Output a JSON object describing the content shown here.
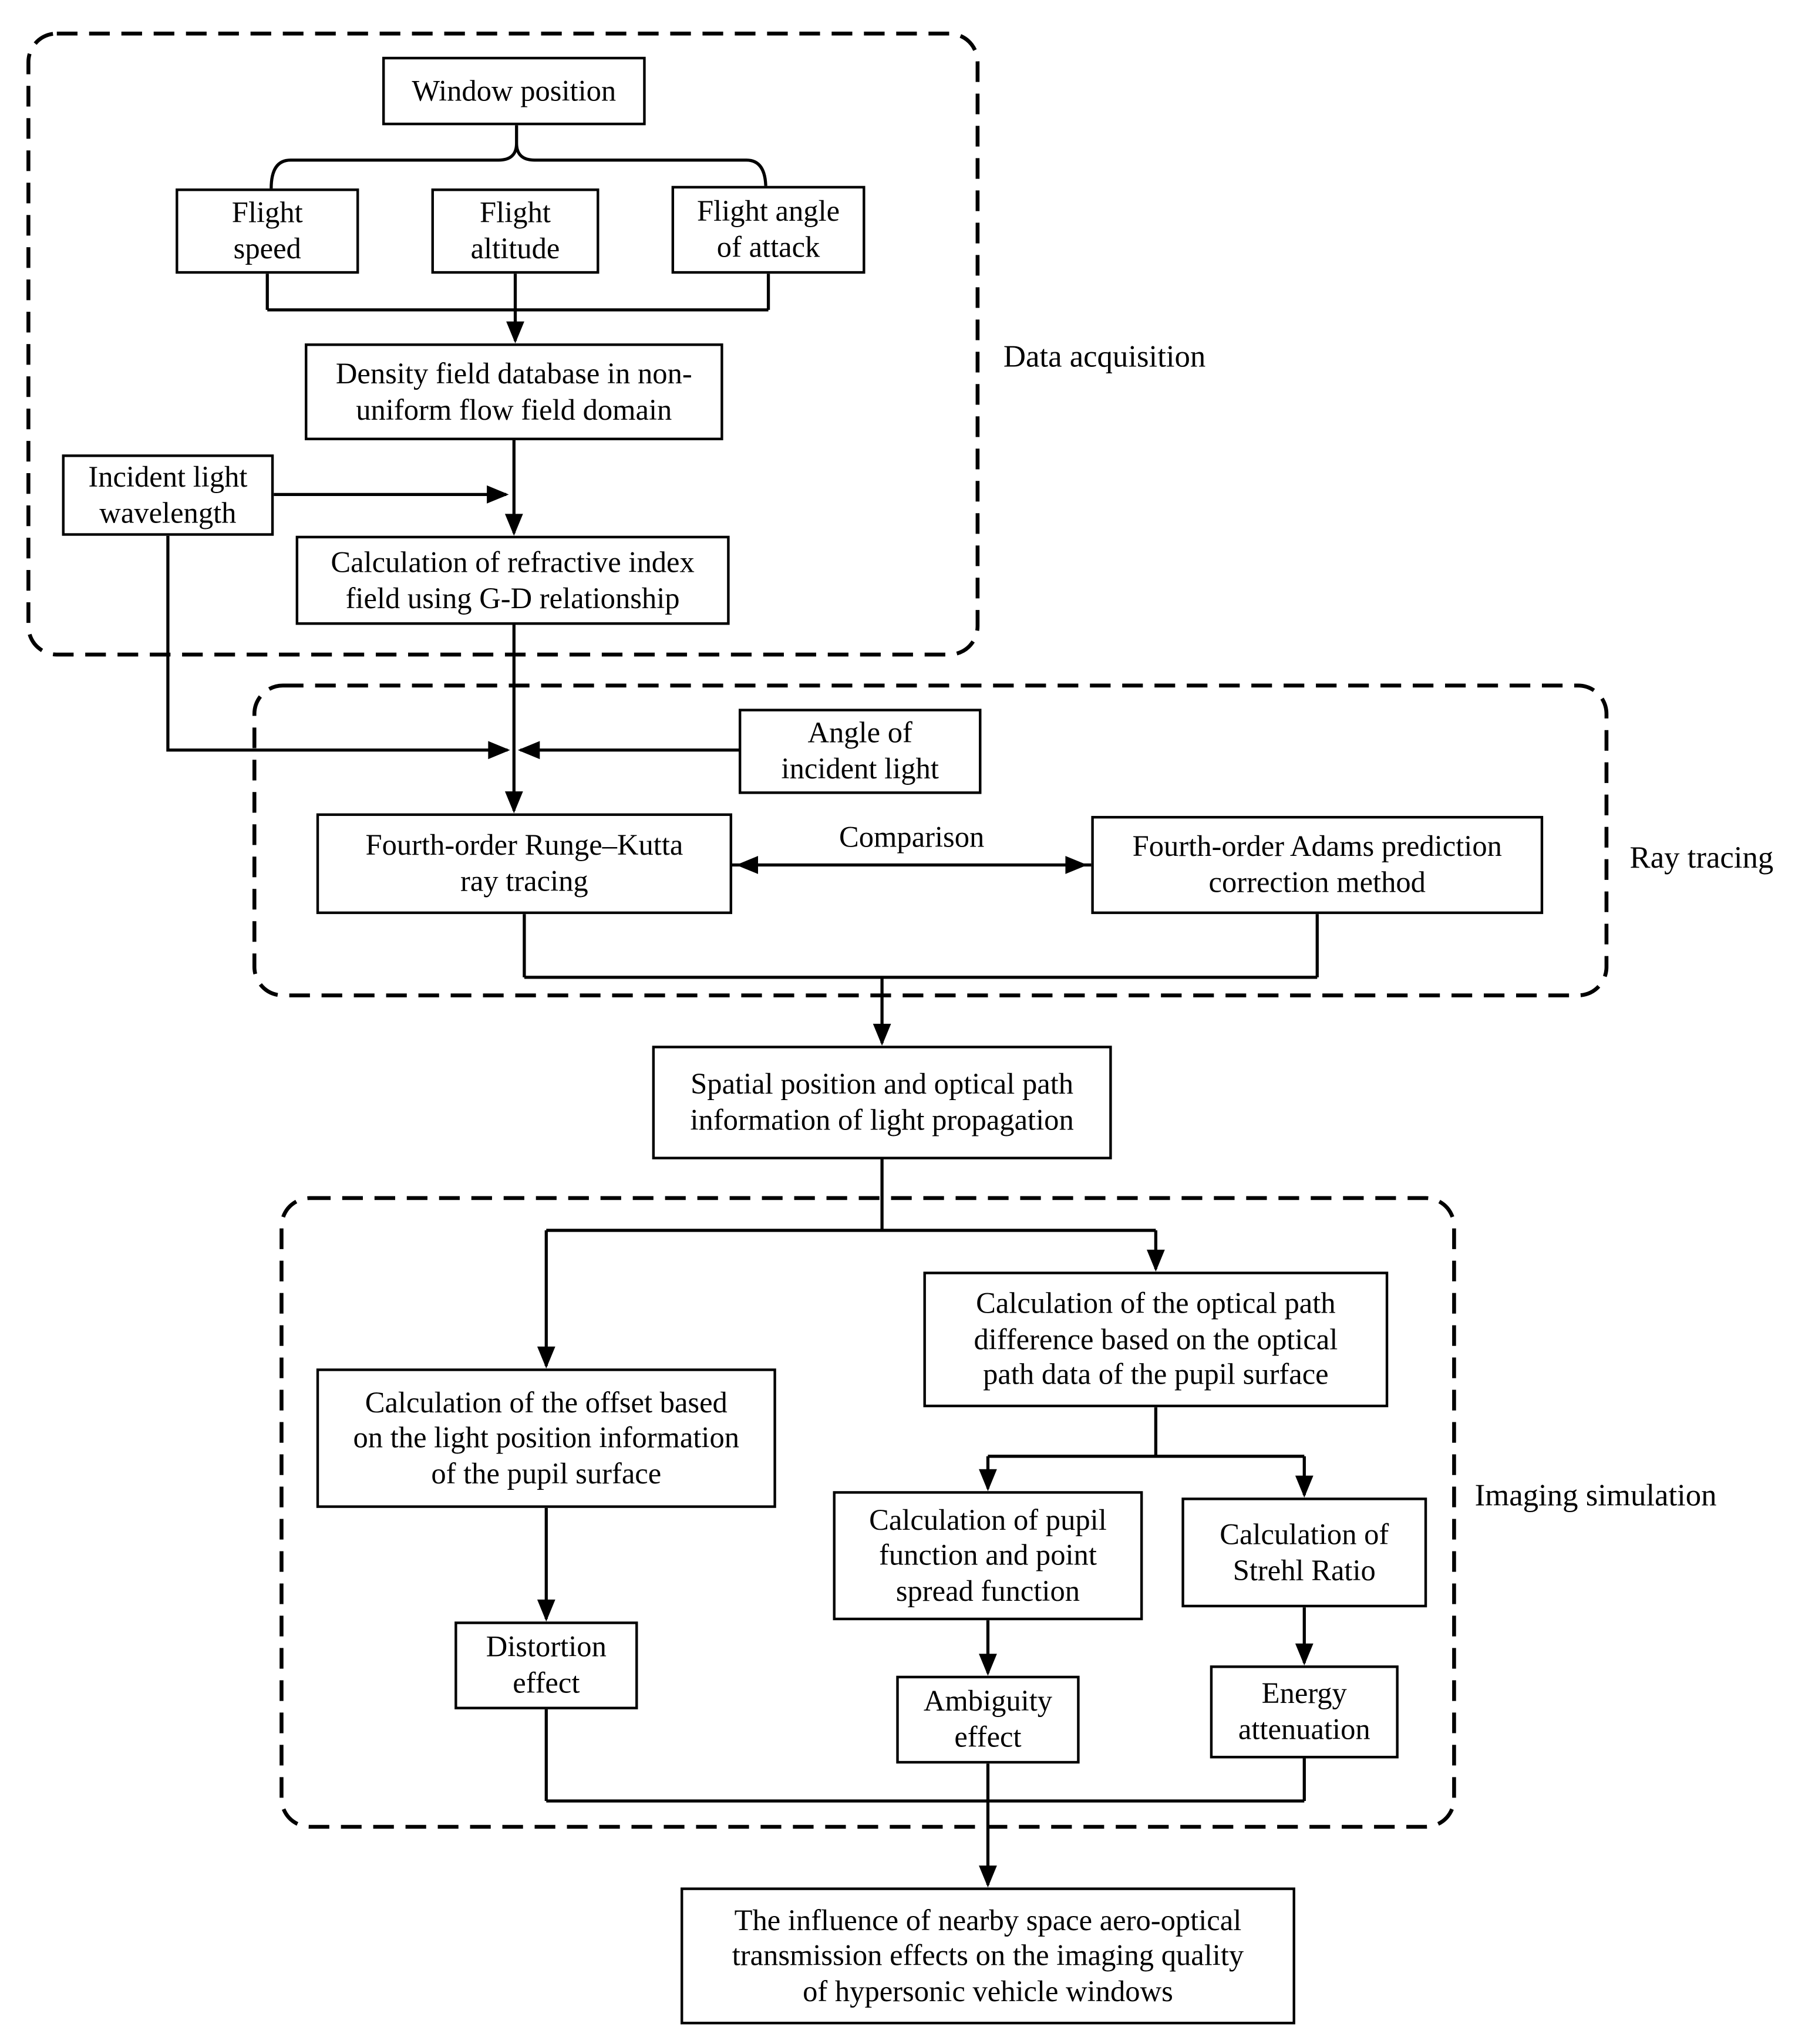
{
  "sections": {
    "data_acquisition": {
      "label": "Data acquisition"
    },
    "ray_tracing": {
      "label": "Ray tracing"
    },
    "imaging_simulation": {
      "label": "Imaging simulation"
    }
  },
  "edge_labels": {
    "comparison": "Comparison"
  },
  "nodes": {
    "window_position": "Window position",
    "flight_speed": "Flight\nspeed",
    "flight_altitude": "Flight\naltitude",
    "flight_angle": "Flight angle\nof attack",
    "density_field": "Density field database in non-\nuniform flow field domain",
    "incident_wavelength": "Incident light\nwavelength",
    "refractive_calc": "Calculation of refractive index\nfield using G-D relationship",
    "angle_incident": "Angle of\nincident light",
    "runge_kutta": "Fourth-order Runge–Kutta\nray tracing",
    "adams": "Fourth-order Adams prediction\ncorrection method",
    "spatial_position": "Spatial position and optical path\ninformation of light propagation",
    "offset_calc": "Calculation of the offset based\non the light position information\nof the pupil surface",
    "opd_calc": "Calculation of the optical path\ndifference based on the optical\npath data of the pupil surface",
    "pupil_function": "Calculation of pupil\nfunction and point\nspread function",
    "strehl": "Calculation of\nStrehl Ratio",
    "distortion": "Distortion\neffect",
    "ambiguity": "Ambiguity\neffect",
    "energy": "Energy\nattenuation",
    "final": "The influence of nearby space aero-optical\ntransmission effects on the imaging quality\nof hypersonic vehicle windows"
  }
}
